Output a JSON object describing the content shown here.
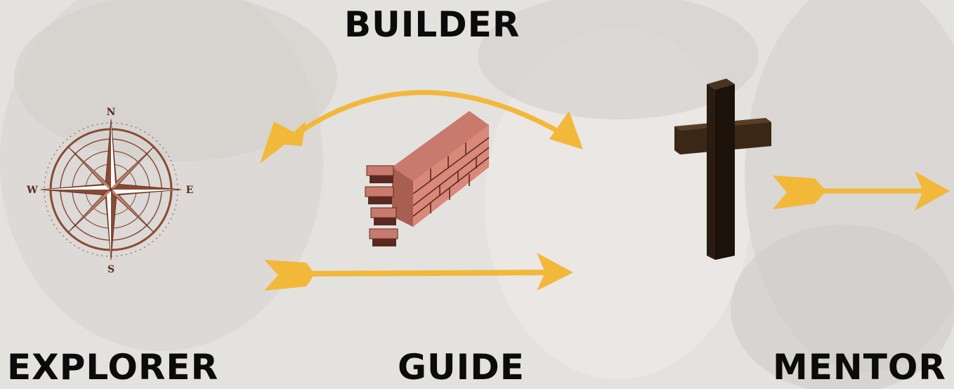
{
  "labels": {
    "builder": "BUILDER",
    "explorer": "EXPLORER",
    "guide": "GUIDE",
    "mentor": "MENTOR"
  },
  "compass": {
    "north": "N",
    "south": "S",
    "east": "E",
    "west": "W"
  },
  "icons": [
    "compass-icon",
    "brick-wall-icon",
    "cross-icon",
    "arrow-icon"
  ],
  "colors": {
    "arrow": "#f2b83a",
    "brick": "#c97a6d",
    "brick_dark": "#5a2a22",
    "cross": "#2a1c10",
    "compass": "#8a4a32",
    "text": "#0b0b0b",
    "background": "#e4e2df"
  }
}
